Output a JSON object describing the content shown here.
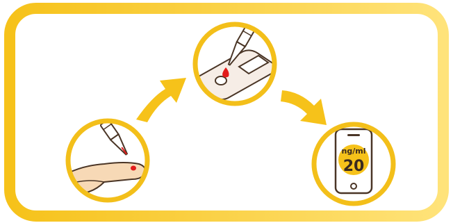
{
  "diagram": {
    "steps": [
      {
        "name": "finger-prick",
        "description_visible": ""
      },
      {
        "name": "apply-blood-to-test-cassette",
        "description_visible": ""
      },
      {
        "name": "read-result-on-phone",
        "description_visible": ""
      }
    ],
    "result": {
      "unit": "ng/ml",
      "value": "20"
    }
  },
  "colors": {
    "frame_gradient_start": "#f6c21a",
    "frame_gradient_end": "#ffe37a",
    "circle_stroke": "#f3bf1a",
    "arrow_fill": "#f6c21a",
    "line_art": "#4a3526",
    "blood": "#e21b1b",
    "result_badge": "#f6c21a"
  },
  "icons": [
    "finger-with-blood-drop-icon",
    "dropper-icon",
    "test-cassette-icon",
    "smartphone-icon",
    "curved-arrow-icon"
  ]
}
